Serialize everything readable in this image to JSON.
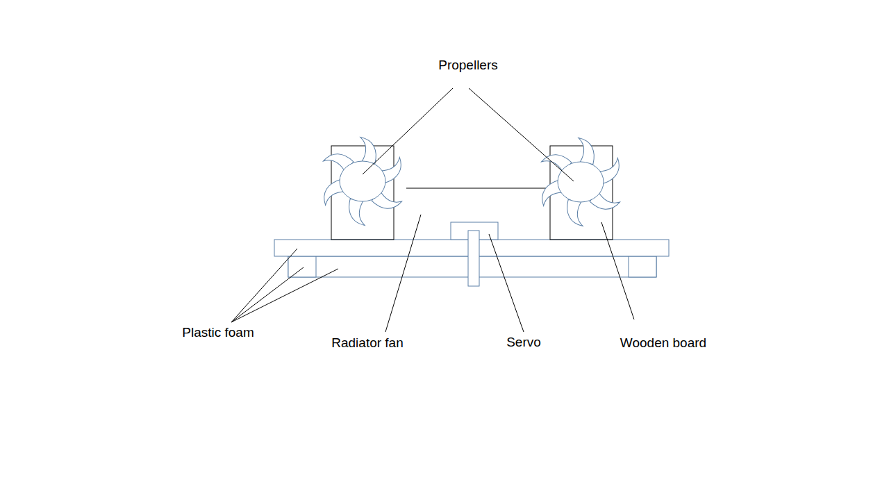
{
  "diagram": {
    "labels": [
      "Propellers",
      "Plastic foam",
      "Radiator fan",
      "Servo",
      "Wooden board"
    ]
  }
}
